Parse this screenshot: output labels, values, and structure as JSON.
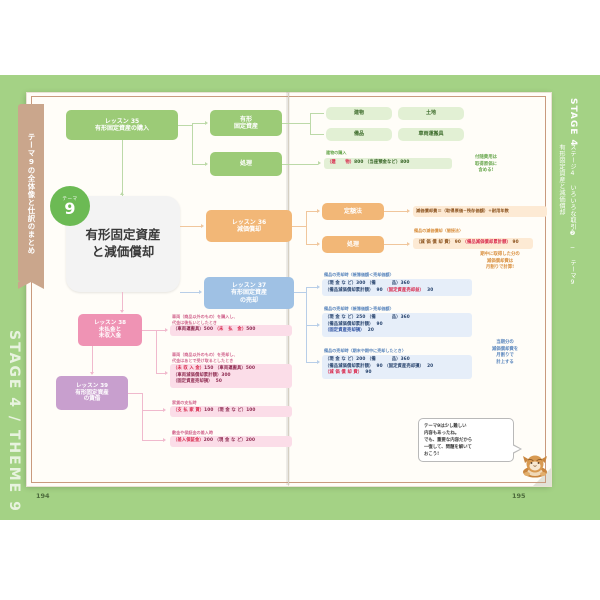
{
  "book": {
    "stage_label": "STAGE 4",
    "stage_sub": "ステージ4 いろいろな取引❷ ─ テーマ9 有形固定資産と減価償却",
    "spine_label": "STAGE 4 / THEME 9",
    "left_tab": "テーマ9の全体像と仕訳のまとめ",
    "folio_left": "194",
    "folio_right": "195"
  },
  "theme": {
    "badge_label": "テーマ",
    "badge_number": "9",
    "title_line1": "有形固定資産",
    "title_line2": "と減価償却"
  },
  "lessons": {
    "l35": "レッスン 35\n有形固定資産の購入",
    "l36": "レッスン 36\n減価償却",
    "l37": "レッスン 37\n有形固定資産\nの売却",
    "l38": "レッスン 38\n未払金と\n未収入金",
    "l39": "レッスン 39\n有形固定資産\nの賃借"
  },
  "branch_green": {
    "b1": "有形\n固定資産",
    "b2": "処理",
    "assets": [
      "建物",
      "土地",
      "備品",
      "車両運搬具"
    ],
    "caption": "建物の購入",
    "entry": "（建      物）800  （当座預金など）800",
    "note": "付随費用は\n取得原価に\n含める!"
  },
  "branch_orange": {
    "b1": "定額法",
    "b2": "処理",
    "formula": "減価償却費＝（取得原価−残存価額）÷耐用年数",
    "caption": "備品の減価償却〈間接法〉",
    "entry": "（減 価 償 却 費） 90 （備品減価償却累計額） 90",
    "note": "期中に取得した分の\n減価償却費は\n月割りで計算!"
  },
  "branch_blue": {
    "cap1": "備品の売却時〈帳簿価額＜売却価額〉",
    "entry1": "（現 金 な ど）300  （備          品）360\n（備品減価償却累計額）  90  （固定資産売却益）  30",
    "cap2": "備品の売却時〈帳簿価額＞売却価額〉",
    "entry2": "（現 金 な ど）250  （備          品）360\n（備品減価償却累計額）  90\n（固定資産売却損）  20",
    "cap3": "備品の売却時〈期末や期中に売却したとき〉",
    "entry3": "（現 金 な ど）200  （備          品）360\n（備品減価償却累計額）  90 （固定資産売却損）  20\n（減 価 償 却 費）  90",
    "note": "当期分の\n減価償却費を\n月割りで\n計上する"
  },
  "branch_pink": {
    "cap1": "車両（商品以外のもの）を購入し、\n代金は後払いとしたとき",
    "entry1": "（車両運搬具）500  （未   払   金）500",
    "cap2": "車両（商品以外のもの）を売却し、\n代金はあとで受け取るとしたとき",
    "entry2": "（未 収 入 金）150  （車両運搬具）500\n（車両減価償却累計額）300\n（固定資産売却損）  50",
    "cap3": "家賃の支払時",
    "entry3": "（支 払 家 賃）100  （現 金 な ど）100",
    "cap4": "敷金や保証金の差入時",
    "entry4": "（差入保証金）200  （現 金 な ど）200"
  },
  "bubble": {
    "text": "テーマ9は少し難しい\n内容もあったね。\nでも、重要な内容だから\n一復して、問題を解いて\nおこう!"
  },
  "colors": {
    "green": "#9ccb77",
    "orange": "#f2b777",
    "blue": "#9fc1e4",
    "pink": "#ef93b4",
    "purple": "#c89fce",
    "page_green": "#a4d285",
    "tab_brown": "#caa68c"
  }
}
